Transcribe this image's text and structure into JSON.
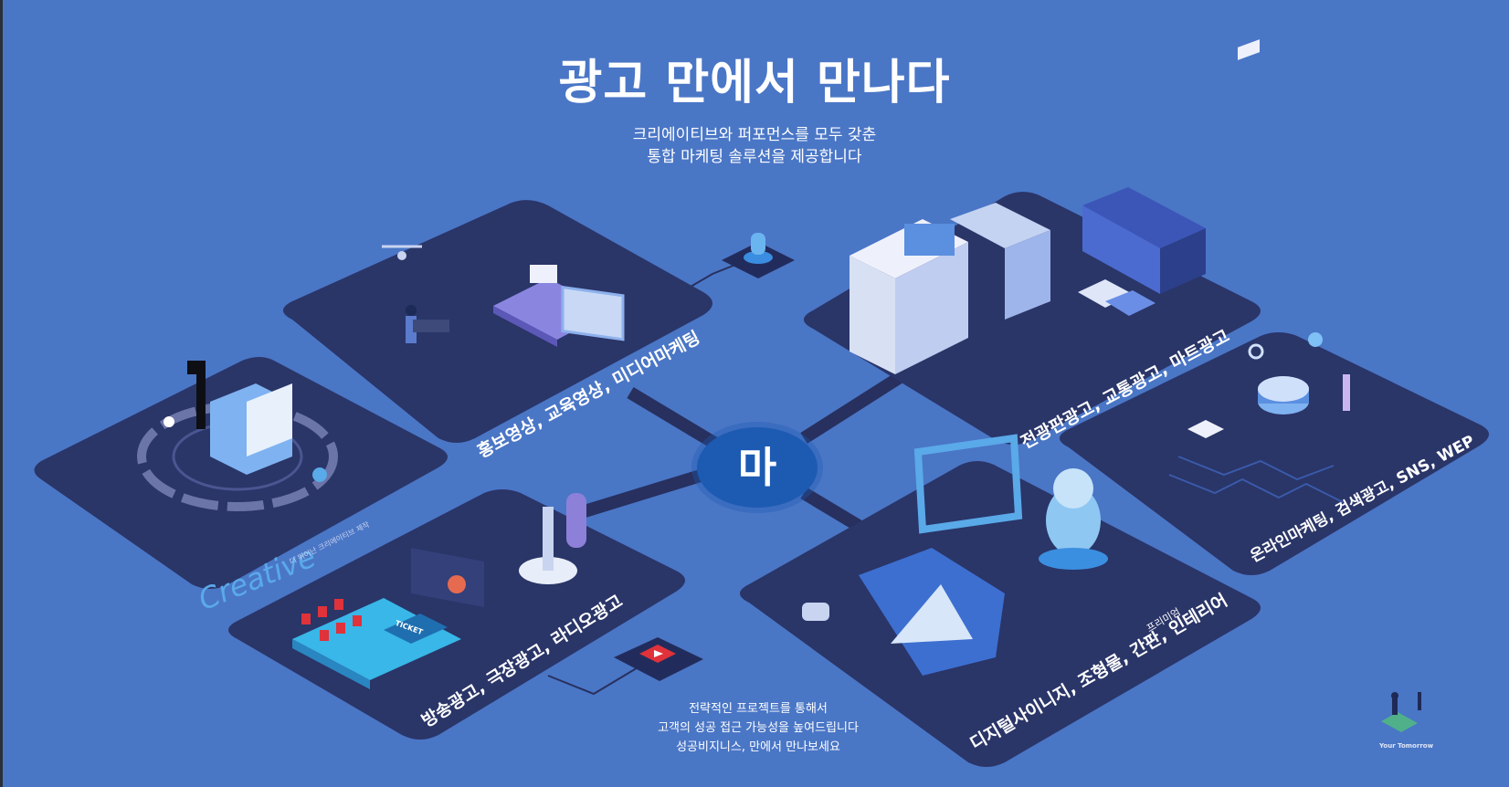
{
  "hero": {
    "title": "광고 만에서 만나다",
    "subtitle_line1": "크리에이티브와 퍼포먼스를 모두 갖춘",
    "subtitle_line2": "통합 마케팅 솔루션을 제공합니다"
  },
  "center_logo": {
    "glyph": "마"
  },
  "tiles": {
    "video": {
      "label": "홍보영상, 교육영상, 미디어마케팅"
    },
    "outdoor": {
      "label": "전광판광고, 교통광고, 마트광고"
    },
    "creative": {
      "label": "Creative",
      "sub": "더 뛰어난 크리에이티브 제작"
    },
    "online": {
      "label": "온라인마케팅, 검색광고, SNS, WEP"
    },
    "broadcast": {
      "label": "방송광고, 극장광고, 라디오광고",
      "ticket": "TICKET"
    },
    "signage": {
      "label": "디지털사이니지, 조형물, 간판, 인테리어",
      "sub": "프리미엄"
    }
  },
  "footer": {
    "line1": "전략적인 프로젝트를 통해서",
    "line2": "고객의 성공 접근 가능성을 높여드립니다",
    "line3": "성공비지니스, 만에서 만나보세요"
  },
  "brand": {
    "tagline": "Your Tomorrow"
  },
  "colors": {
    "background": "#4a76c6",
    "tile": "#2a3568",
    "tile_dark": "#222c5c",
    "accent_blue": "#5aa9e8",
    "logo_circle": "#1d5bb3"
  }
}
